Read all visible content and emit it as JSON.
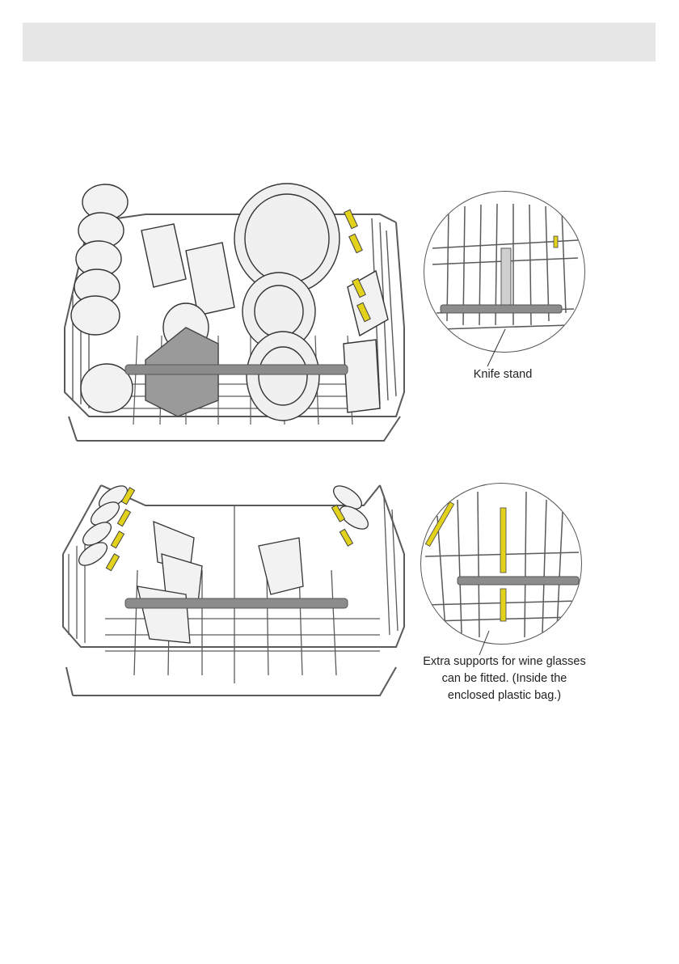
{
  "header": {
    "title": ""
  },
  "figures": [
    {
      "name": "upper-rack-loaded",
      "callout": {
        "label": "Knife stand"
      }
    },
    {
      "name": "upper-rack-wine-glasses",
      "callout": {
        "line1": "Extra supports for wine glasses",
        "line2": "can be fitted. (Inside the",
        "line3": "enclosed plastic bag.)"
      }
    }
  ],
  "colors": {
    "wire": "#5a5a5a",
    "highlight": "#e3d21c",
    "handle": "#8c8c8c",
    "dish": "#f2f2f2",
    "header": "#e6e6e6"
  }
}
